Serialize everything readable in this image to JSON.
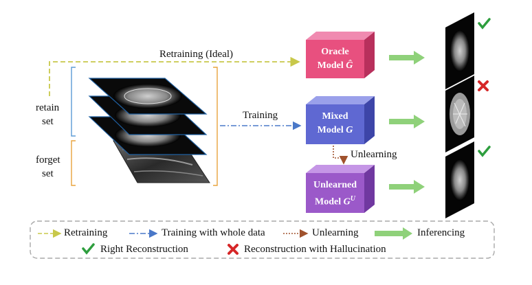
{
  "labels": {
    "retraining_ideal": "Retraining (Ideal)",
    "training": "Training",
    "unlearning": "Unlearning",
    "retain_line1": "retain",
    "retain_line2": "set",
    "forget_line1": "forget",
    "forget_line2": "set"
  },
  "models": {
    "oracle": {
      "line1": "Oracle",
      "line2": "Model",
      "symbol": "Ĝ",
      "color": "#e8507f"
    },
    "mixed": {
      "line1": "Mixed",
      "line2": "Model",
      "symbol": "G",
      "color": "#5f68d2"
    },
    "unlearned": {
      "line1": "Unlearned",
      "line2": "Model",
      "symbol": "G",
      "sup": "U",
      "color": "#9b59c9"
    }
  },
  "outputs": [
    {
      "status": "check-icon"
    },
    {
      "status": "cross-icon"
    },
    {
      "status": "check-icon"
    }
  ],
  "legend": {
    "retraining": "Retraining",
    "training_whole": "Training with whole data",
    "unlearning": "Unlearning",
    "inferencing": "Inferencing",
    "right_reconstruction": "Right Reconstruction",
    "hallucination": "Reconstruction with Hallucination"
  },
  "colors": {
    "retraining_line": "#c8c84a",
    "training_line": "#4a78c8",
    "unlearning_line": "#a0522d",
    "inferencing_arrow": "#8fd17a",
    "check": "#2e9e3e",
    "cross": "#d62728",
    "bracket_retain": "#5b9bd5",
    "bracket_forget": "#e8a33c"
  }
}
